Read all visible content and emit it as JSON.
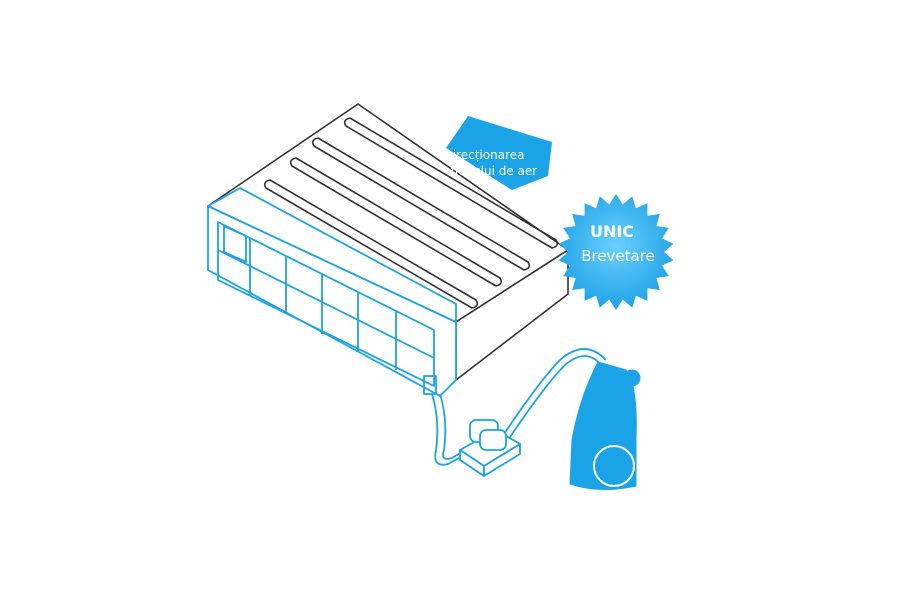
{
  "diagram": {
    "arrow": {
      "line1": "Direcționarea",
      "line2": "fluxului de aer"
    },
    "badge": {
      "title": "UNIC",
      "subtitle": "Brevetare"
    }
  },
  "colors": {
    "accent": "#1aa3e6",
    "outline": "#333333",
    "background": "#ffffff"
  }
}
